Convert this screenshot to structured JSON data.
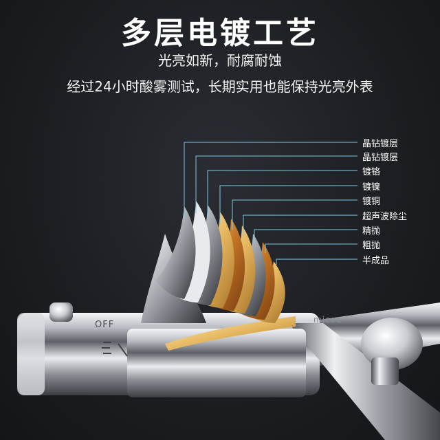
{
  "header": {
    "title": "多层电镀工艺",
    "subtitle": "光亮如新，耐腐耐蚀",
    "description": "经过24小时酸雾测试，长期实用也能保持光亮外表"
  },
  "layers": [
    {
      "label": "晶钻镀层",
      "color": "#7ec8e6"
    },
    {
      "label": "晶钻镀层",
      "color": "#7ec8e6"
    },
    {
      "label": "镀铬",
      "color": "#7ec8e6"
    },
    {
      "label": "镀镍",
      "color": "#7ec8e6"
    },
    {
      "label": "镀铜",
      "color": "#7ec8e6"
    },
    {
      "label": "超声波除尘",
      "color": "#7ec8e6"
    },
    {
      "label": "精抛",
      "color": "#7ec8e6"
    },
    {
      "label": "粗抛",
      "color": "#7ec8e6"
    },
    {
      "label": "半成品",
      "color": "#7ec8e6"
    }
  ],
  "product": {
    "dial_label": "OFF",
    "brand": "micoe"
  },
  "colors": {
    "background": "#1b1d21",
    "leader_line": "#7ec8e6",
    "copper": "#c9822f",
    "gold": "#e2b85a",
    "chrome": "#c8ccd2"
  }
}
